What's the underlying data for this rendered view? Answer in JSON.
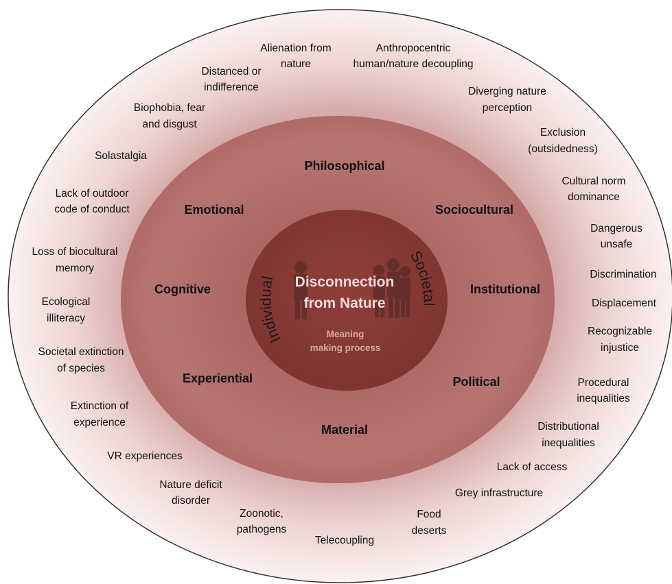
{
  "center": {
    "title_line1": "Disconnection",
    "title_line2": "from Nature",
    "sub_line1": "Meaning",
    "sub_line2": "making process",
    "left_arc_label": "Individual",
    "right_arc_label": "Societal"
  },
  "dimensions": {
    "philosophical": "Philosophical",
    "emotional": "Emotional",
    "sociocultural": "Sociocultural",
    "cognitive": "Cognitive",
    "institutional": "Institutional",
    "experiential": "Experiential",
    "political": "Political",
    "material": "Material"
  },
  "outer_items": [
    {
      "id": "alienation",
      "lines": [
        "Alienation from",
        "nature"
      ]
    },
    {
      "id": "anthropocentric",
      "lines": [
        "Anthropocentric",
        "human/nature decoupling"
      ]
    },
    {
      "id": "distanced",
      "lines": [
        "Distanced or",
        "indifference"
      ]
    },
    {
      "id": "diverging",
      "lines": [
        "Diverging nature",
        "perception"
      ]
    },
    {
      "id": "biophobia",
      "lines": [
        "Biophobia, fear",
        "and disgust"
      ]
    },
    {
      "id": "exclusion",
      "lines": [
        "Exclusion",
        "(outsidedness)"
      ]
    },
    {
      "id": "solastalgia",
      "lines": [
        "Solastalgia"
      ]
    },
    {
      "id": "cultural-norm",
      "lines": [
        "Cultural norm",
        "dominance"
      ]
    },
    {
      "id": "outdoor-code",
      "lines": [
        "Lack of outdoor",
        "code of conduct"
      ]
    },
    {
      "id": "dangerous",
      "lines": [
        "Dangerous",
        "unsafe"
      ]
    },
    {
      "id": "biocultural",
      "lines": [
        "Loss of biocultural",
        "memory"
      ]
    },
    {
      "id": "discrimination",
      "lines": [
        "Discrimination"
      ]
    },
    {
      "id": "ecological",
      "lines": [
        "Ecological",
        "illiteracy"
      ]
    },
    {
      "id": "displacement",
      "lines": [
        "Displacement"
      ]
    },
    {
      "id": "recognizable",
      "lines": [
        "Recognizable",
        "injustice"
      ]
    },
    {
      "id": "societal-extinction",
      "lines": [
        "Societal extinction",
        "of species"
      ]
    },
    {
      "id": "procedural",
      "lines": [
        "Procedural",
        "inequalities"
      ]
    },
    {
      "id": "extinction-experience",
      "lines": [
        "Extinction of",
        "experience"
      ]
    },
    {
      "id": "distributional",
      "lines": [
        "Distributional",
        "inequalities"
      ]
    },
    {
      "id": "vr",
      "lines": [
        "VR experiences"
      ]
    },
    {
      "id": "lack-access",
      "lines": [
        "Lack of access"
      ]
    },
    {
      "id": "nature-deficit",
      "lines": [
        "Nature deficit",
        "disorder"
      ]
    },
    {
      "id": "grey",
      "lines": [
        "Grey infrastructure"
      ]
    },
    {
      "id": "zoonotic",
      "lines": [
        "Zoonotic,",
        "pathogens"
      ]
    },
    {
      "id": "food-deserts",
      "lines": [
        "Food",
        "deserts"
      ]
    },
    {
      "id": "telecoupling",
      "lines": [
        "Telecoupling"
      ]
    }
  ],
  "colors": {
    "outer_fill": "#f6e4e2",
    "middle_fill": "#b06a68",
    "inner_fill": "#8a3d39"
  }
}
